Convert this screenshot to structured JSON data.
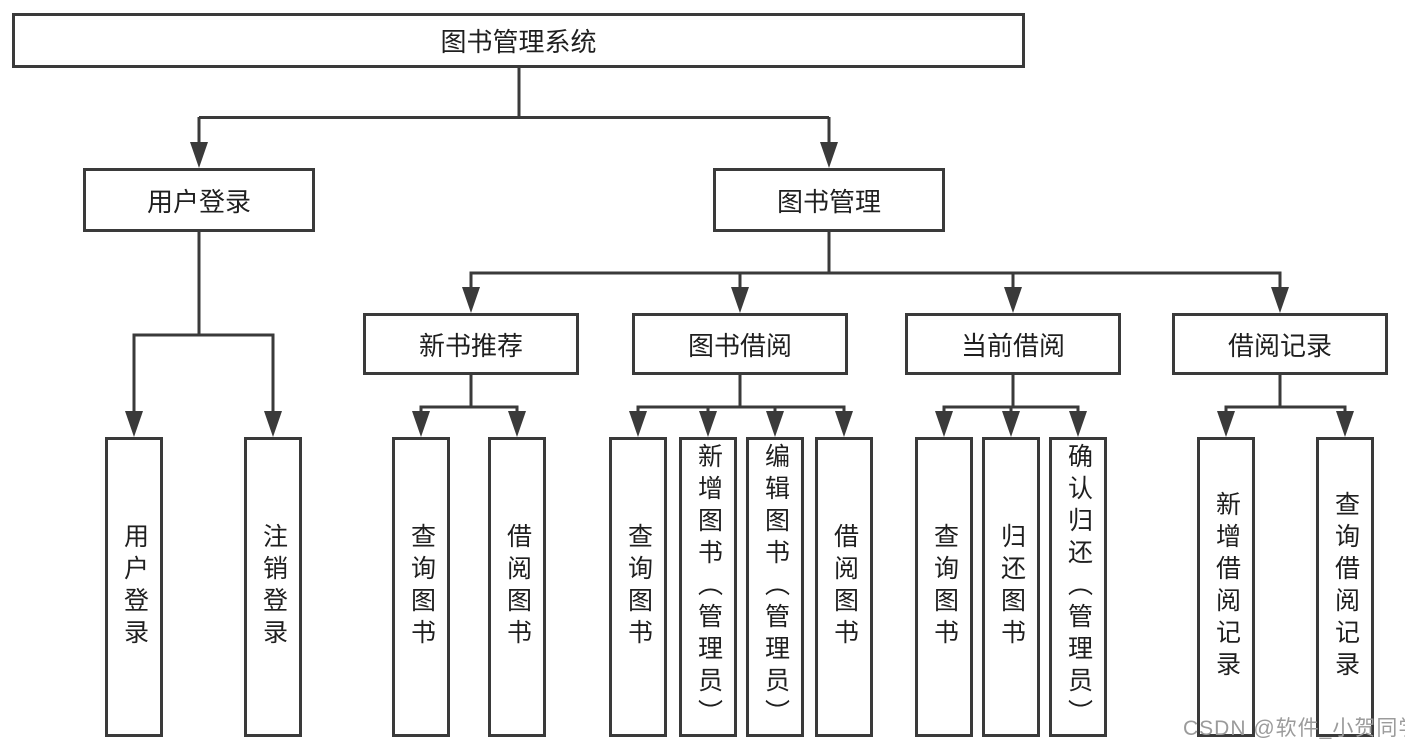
{
  "tree": {
    "label": "图书管理系统",
    "children": [
      {
        "label": "用户登录",
        "children": [
          "用户登录",
          "注销登录"
        ]
      },
      {
        "label": "图书管理",
        "children": [
          {
            "label": "新书推荐",
            "children": [
              "查询图书",
              "借阅图书"
            ]
          },
          {
            "label": "图书借阅",
            "children": [
              "查询图书",
              "新增图书（管理员）",
              "编辑图书（管理员）",
              "借阅图书"
            ]
          },
          {
            "label": "当前借阅",
            "children": [
              "查询图书",
              "归还图书",
              "确认归还（管理员）"
            ]
          },
          {
            "label": "借阅记录",
            "children": [
              "新增借阅记录",
              "查询借阅记录"
            ]
          }
        ]
      }
    ]
  },
  "watermark": "CSDN @软件_小贺同学",
  "colors": {
    "line": "#3a3a3a",
    "text": "#1f1f1f",
    "watermark": "#9b9b9b",
    "background": "#ffffff"
  }
}
